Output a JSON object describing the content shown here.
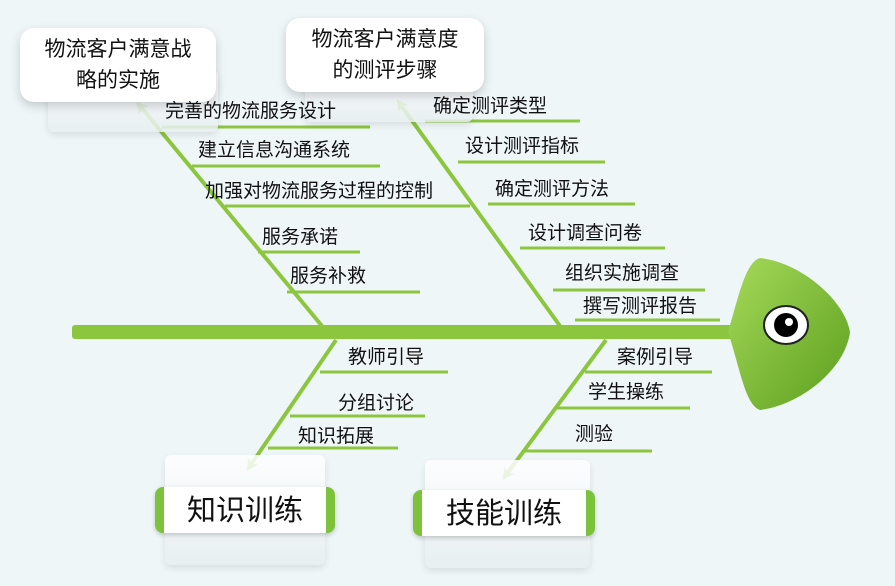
{
  "title_boxes": {
    "strategy": {
      "line1": "物流客户满意战",
      "line2": "略的实施"
    },
    "steps": {
      "line1": "物流客户满意度",
      "line2": "的测评步骤"
    }
  },
  "strategy_items": [
    "完善的物流服务设计",
    "建立信息沟通系统",
    "加强对物流服务过程的控制",
    "服务承诺",
    "服务补救"
  ],
  "steps_items": [
    "确定测评类型",
    "设计测评指标",
    "确定测评方法",
    "设计调查问卷",
    "组织实施调查",
    "撰写测评报告"
  ],
  "knowledge_items": [
    "教师引导",
    "分组讨论",
    "知识拓展"
  ],
  "skill_items": [
    "案例引导",
    "学生操练",
    "测验"
  ],
  "bottom_boxes": {
    "knowledge": "知识训练",
    "skill": "技能训练"
  },
  "colors": {
    "bone": "#8cc63f",
    "bone_dark": "#5f9b20",
    "background": "#eef6f8"
  }
}
